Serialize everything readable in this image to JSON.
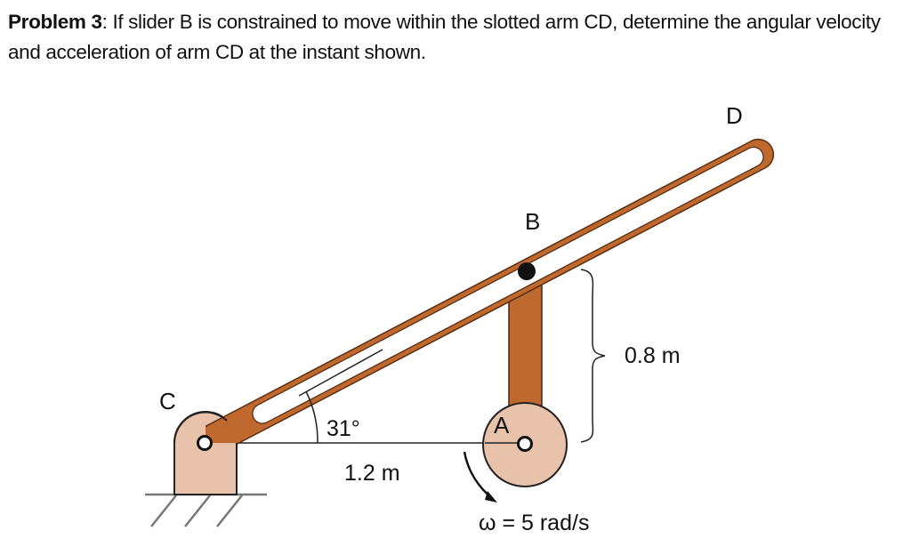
{
  "problem": {
    "label": "Problem 3",
    "colon": ":",
    "statement": " If slider B is constrained to move within the slotted arm CD, determine the angular velocity and acceleration of arm CD at the instant shown."
  },
  "figure": {
    "labels": {
      "C": "C",
      "D": "D",
      "B": "B",
      "A": "A"
    },
    "angle_label": "31°",
    "horizontal_distance": "1.2 m",
    "vertical_distance": "0.8 m",
    "angular_velocity": "ω = 5 rad/s",
    "colors": {
      "arm": "#c0692f",
      "arm_outline": "#5a2e10",
      "support": "#e8c2aa",
      "wheel": "#e8c2aa",
      "outline": "#222222",
      "slider": "#111111"
    }
  }
}
